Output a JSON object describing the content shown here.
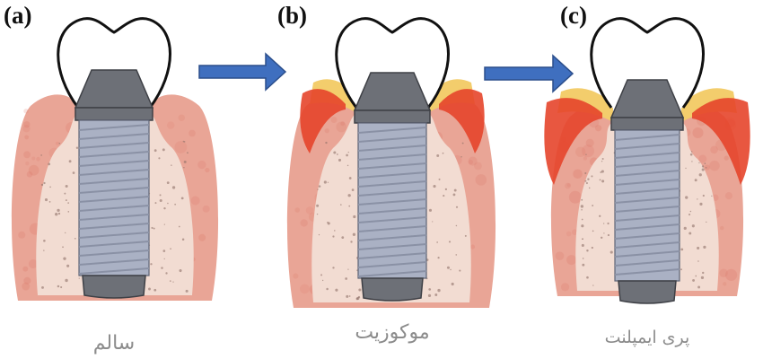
{
  "panels": [
    {
      "letter": "(a)",
      "caption": "سالم",
      "stage": "healthy",
      "inflammation": 0
    },
    {
      "letter": "(b)",
      "caption": "موکوزیت",
      "stage": "mucositis",
      "inflammation": 1
    },
    {
      "letter": "(c)",
      "caption": "پری ایمپلنت",
      "stage": "peri-implantitis",
      "inflammation": 2
    }
  ],
  "colors": {
    "gum_outer": "#e9a596",
    "gum_dark": "#dc7b6c",
    "bone": "#f2dcd2",
    "bone_speck": "#8e6f68",
    "implant_body": "#aab1c4",
    "implant_thread": "#8a91a5",
    "abutment": "#6d7077",
    "crown_outline": "#111111",
    "inflamed_red": "#e5452b",
    "inflamed_yellow": "#f3cd6c",
    "arrow": "#3f6fbf",
    "arrow_edge": "#2c4f8c"
  },
  "icons": [
    "tooth-crown-icon",
    "implant-icon",
    "right-arrow-icon"
  ]
}
